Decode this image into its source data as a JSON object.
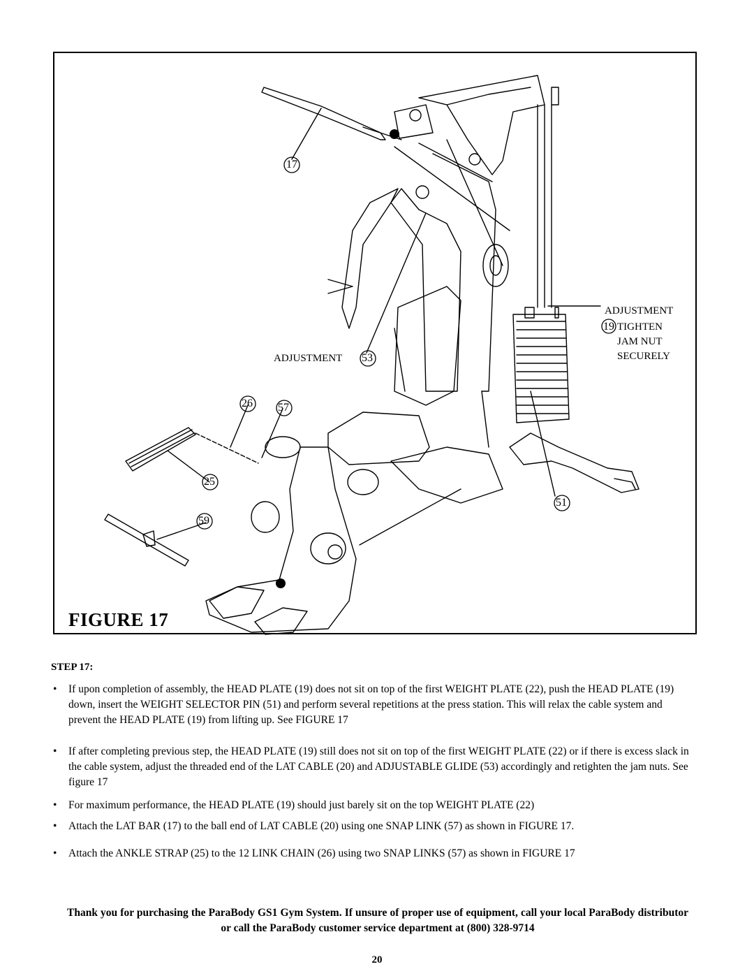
{
  "figure": {
    "title": "FIGURE 17",
    "callouts": {
      "lat_bar": "17",
      "adjustment_label": "ADJUSTMENT",
      "adjustment_num": "53",
      "head_plate_lines": [
        "ADJUSTMENT",
        "TIGHTEN",
        "JAM NUT",
        "SECURELY"
      ],
      "head_plate_num": "19",
      "chain": "26",
      "snap_link": "57",
      "ankle_strap": "25",
      "selector_pin": "51",
      "handle": "59"
    }
  },
  "step": {
    "title": "STEP 17:",
    "bullets": [
      "If upon completion of assembly, the HEAD PLATE (19) does not sit on top of the first WEIGHT PLATE (22), push the HEAD PLATE (19) down, insert the WEIGHT SELECTOR PIN (51) and perform several repetitions at the press station. This will relax the cable system and prevent the HEAD PLATE (19) from lifting up.  See FIGURE 17",
      "If after completing previous step, the HEAD PLATE (19) still does not sit on top of the first WEIGHT PLATE (22) or if there is excess slack in the cable system, adjust the threaded end of the LAT CABLE (20) and ADJUSTABLE GLIDE (53) accordingly and retighten the jam nuts.  See figure 17",
      "For maximum performance, the HEAD PLATE (19) should just barely sit on the top WEIGHT PLATE (22)",
      "Attach the LAT BAR (17) to the ball end of LAT CABLE (20) using one SNAP LINK (57) as shown in FIGURE 17.",
      "Attach the ANKLE STRAP (25) to the 12 LINK CHAIN (26) using two SNAP LINKS (57) as shown in FIGURE 17"
    ],
    "bullet_char": "•"
  },
  "closing": "Thank you for purchasing the ParaBody GS1 Gym System.  If unsure of proper use of equipment, call your local ParaBody distributor or call the ParaBody customer service department at (800) 328-9714",
  "page_number": "20"
}
